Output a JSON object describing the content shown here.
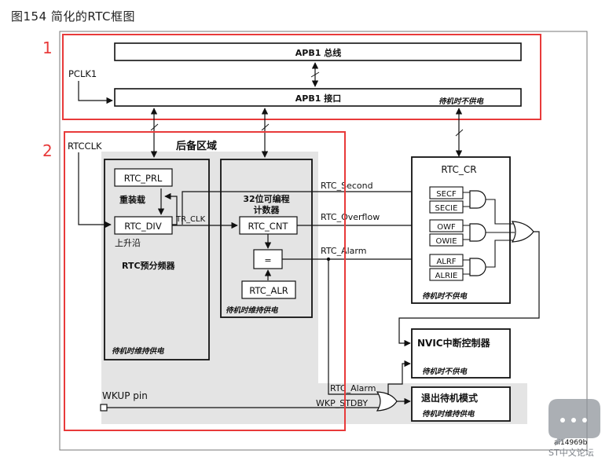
{
  "figure_title": "图154    简化的RTC框图",
  "region_markers": {
    "one": "1",
    "two": "2"
  },
  "apb1_bus": "APB1 总线",
  "apb1_interface": "APB1 接口",
  "standby_no_power": "待机时不供电",
  "standby_keep_power": "待机时维持供电",
  "pclk1": "PCLK1",
  "rtcclk": "RTCCLK",
  "backup_domain": "后备区域",
  "rtc_prl": "RTC_PRL",
  "reload": "重装载",
  "rtc_div": "RTC_DIV",
  "rising_edge": "上升沿",
  "rtc_prescaler": "RTC预分频器",
  "tr_clk": "TR_CLK",
  "counter_title_line1": "32位可编程",
  "counter_title_line2": "计数器",
  "rtc_cnt": "RTC_CNT",
  "equals": "=",
  "rtc_alr": "RTC_ALR",
  "rtc_second": "RTC_Second",
  "rtc_overflow": "RTC_Overflow",
  "rtc_alarm": "RTC_Alarm",
  "rtc_cr": "RTC_CR",
  "secf": "SECF",
  "secie": "SECIE",
  "owf": "OWF",
  "owie": "OWIE",
  "alrf": "ALRF",
  "alrie": "ALRIE",
  "nvic": "NVIC中断控制器",
  "wkup_pin": "WKUP pin",
  "rtc_alarm_bottom": "RTC_Alarm",
  "wkp_stdby": "WKP_STDBY",
  "exit_standby": "退出待机模式",
  "figure_code": "ai14969b",
  "watermark": "ST中文论坛",
  "colors": {
    "highlight_red": "#e83a3a",
    "shade_gray": "#e6e6e6",
    "stroke": "#111111"
  }
}
